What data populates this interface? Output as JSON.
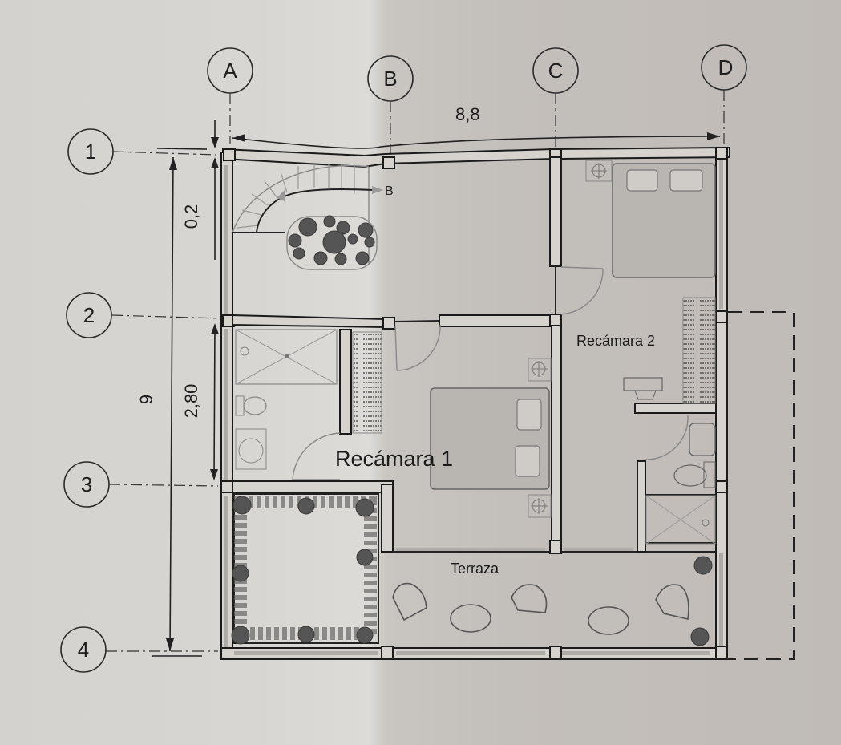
{
  "plan": {
    "type": "architectural floor plan (upper level)",
    "axes_columns": [
      "A",
      "B",
      "C",
      "D"
    ],
    "axes_rows": [
      "1",
      "2",
      "3",
      "4"
    ],
    "dimensions": {
      "width_total": "8,8",
      "height_total": "9",
      "span_1_2": "0,2",
      "span_2_3": "2,80"
    },
    "stair_label": "B",
    "rooms": [
      {
        "name": "Recámara 1"
      },
      {
        "name": "Recámara 2"
      },
      {
        "name": "Terraza"
      }
    ]
  }
}
